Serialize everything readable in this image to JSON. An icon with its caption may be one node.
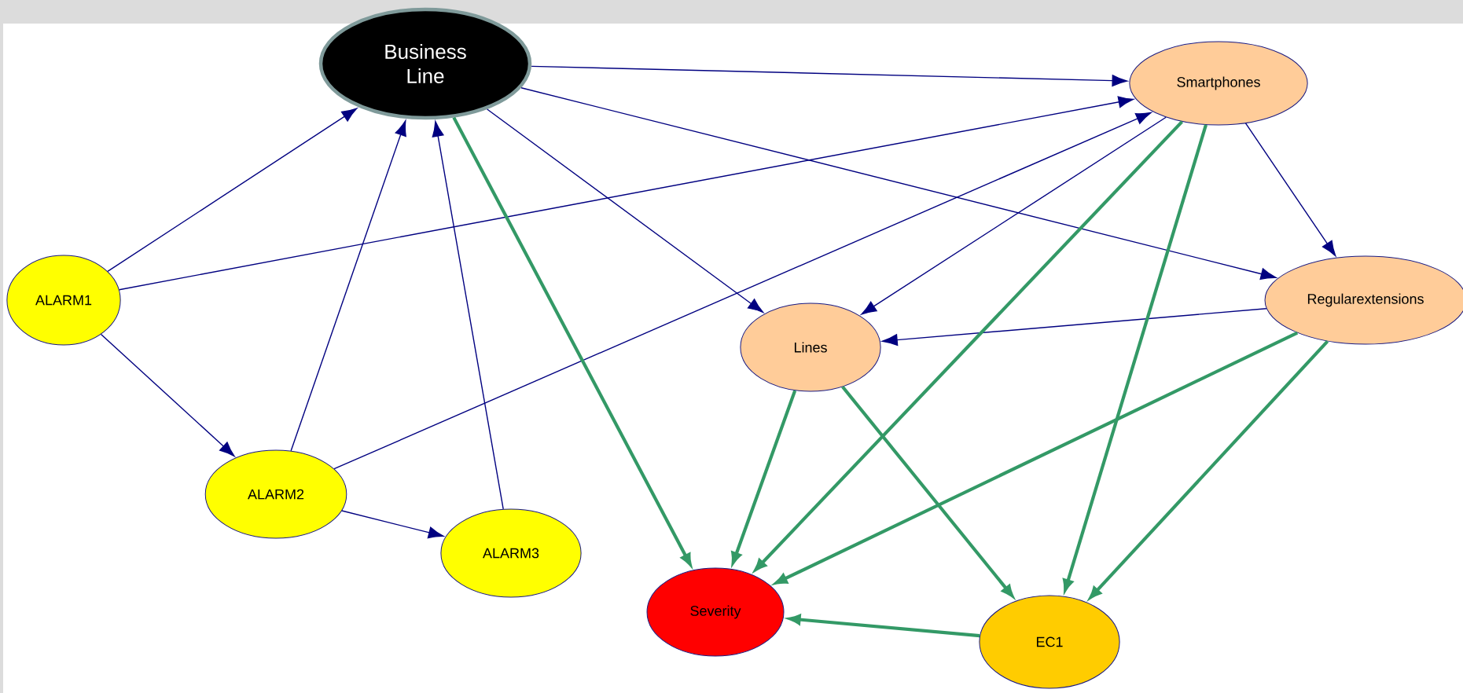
{
  "diagram": {
    "nodes": [
      {
        "text": [
          "Business Line"
        ]
      },
      {
        "text": [
          "Smartphones"
        ]
      },
      {
        "text": [
          "ALARM1"
        ]
      },
      {
        "text": [
          "Regularextensions"
        ]
      },
      {
        "text": [
          "Lines"
        ]
      },
      {
        "text": [
          "ALARM2"
        ]
      },
      {
        "text": [
          "ALARM3"
        ]
      },
      {
        "text": [
          "Severity"
        ]
      },
      {
        "text": [
          "EC1"
        ]
      }
    ],
    "edges": [
      {
        "from": 0,
        "to": 1,
        "arrow": "to"
      },
      {
        "from": 0,
        "to": 3,
        "arrow": "to"
      },
      {
        "from": 0,
        "to": 4,
        "arrow": "to"
      },
      {
        "from": 2,
        "to": 0,
        "arrow": "to"
      },
      {
        "from": 5,
        "to": 0,
        "arrow": "to"
      },
      {
        "from": 6,
        "to": 0,
        "arrow": "to"
      },
      {
        "from": 2,
        "to": 1,
        "arrow": "to"
      },
      {
        "from": 5,
        "to": 1,
        "arrow": "to"
      },
      {
        "from": 1,
        "to": 4,
        "arrow": "to"
      },
      {
        "from": 1,
        "to": 3,
        "arrow": "to"
      },
      {
        "from": 3,
        "to": 4,
        "arrow": "to"
      },
      {
        "from": 2,
        "to": 5,
        "arrow": "to"
      },
      {
        "from": 5,
        "to": 6,
        "arrow": "to"
      },
      {
        "from": 0,
        "to": 7,
        "arrow": "to",
        "style": "thick",
        "color": "#339966"
      },
      {
        "from": 1,
        "to": 7,
        "arrow": "to",
        "style": "thick",
        "color": "#339966"
      },
      {
        "from": 1,
        "to": 8,
        "arrow": "to",
        "style": "thick",
        "color": "#339966"
      },
      {
        "from": 4,
        "to": 7,
        "arrow": "to",
        "style": "thick",
        "color": "#339966"
      },
      {
        "from": 4,
        "to": 8,
        "arrow": "to",
        "style": "thick",
        "color": "#339966"
      },
      {
        "from": 3,
        "to": 7,
        "arrow": "to",
        "style": "thick",
        "color": "#339966"
      },
      {
        "from": 3,
        "to": 8,
        "arrow": "to",
        "style": "thick",
        "color": "#339966"
      },
      {
        "from": 8,
        "to": 7,
        "arrow": "to",
        "style": "thick",
        "color": "#339966"
      }
    ]
  }
}
